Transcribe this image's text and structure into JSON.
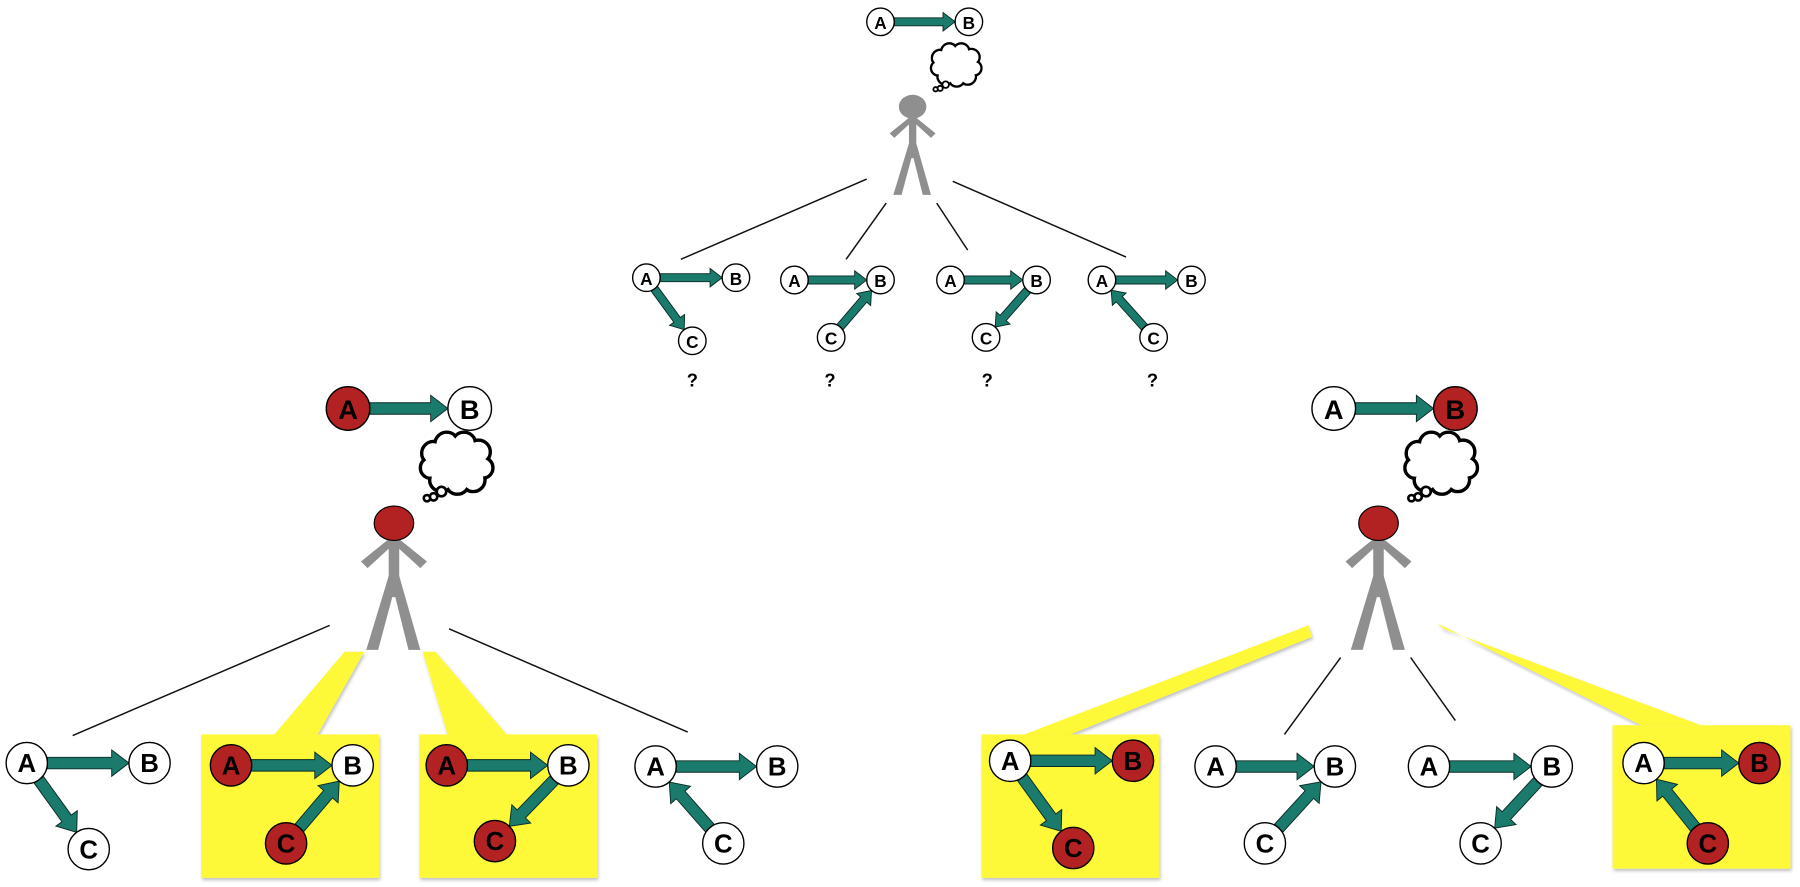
{
  "colors": {
    "arrow": "#1a7a6c",
    "observed_node": "#b22222",
    "unobserved_node": "#ffffff",
    "highlight": "#fdf837",
    "figure": "#8f8f8f",
    "line": "#111111"
  },
  "panels": [
    {
      "id": "top",
      "evidence": {
        "A": "unobserved",
        "B": "unobserved"
      },
      "head_color": "gray",
      "hypotheses": [
        {
          "structure": "A->B, A->C",
          "label": "?",
          "highlighted": false
        },
        {
          "structure": "A->B, C->B",
          "label": "?",
          "highlighted": false
        },
        {
          "structure": "A->B, B->C",
          "label": "?",
          "highlighted": false
        },
        {
          "structure": "A->B, C->A",
          "label": "?",
          "highlighted": false
        }
      ]
    },
    {
      "id": "left",
      "evidence": {
        "A": "observed",
        "B": "unobserved"
      },
      "head_color": "red",
      "hypotheses": [
        {
          "structure": "A->B, A->C",
          "highlighted": false,
          "observed": []
        },
        {
          "structure": "A->B, C->B",
          "highlighted": true,
          "observed": [
            "A",
            "C"
          ]
        },
        {
          "structure": "A->B, B->C",
          "highlighted": true,
          "observed": [
            "A",
            "C"
          ]
        },
        {
          "structure": "A->B, C->A",
          "highlighted": false,
          "observed": []
        }
      ]
    },
    {
      "id": "right",
      "evidence": {
        "A": "unobserved",
        "B": "observed"
      },
      "head_color": "red",
      "hypotheses": [
        {
          "structure": "A->B, A->C",
          "highlighted": true,
          "observed": [
            "B",
            "C"
          ]
        },
        {
          "structure": "A->B, C->B",
          "highlighted": false,
          "observed": []
        },
        {
          "structure": "A->B, B->C",
          "highlighted": false,
          "observed": []
        },
        {
          "structure": "A->B, C->A",
          "highlighted": true,
          "observed": [
            "B",
            "C"
          ]
        }
      ]
    }
  ],
  "node_labels": {
    "A": "A",
    "B": "B",
    "C": "C"
  },
  "question_mark": "?"
}
